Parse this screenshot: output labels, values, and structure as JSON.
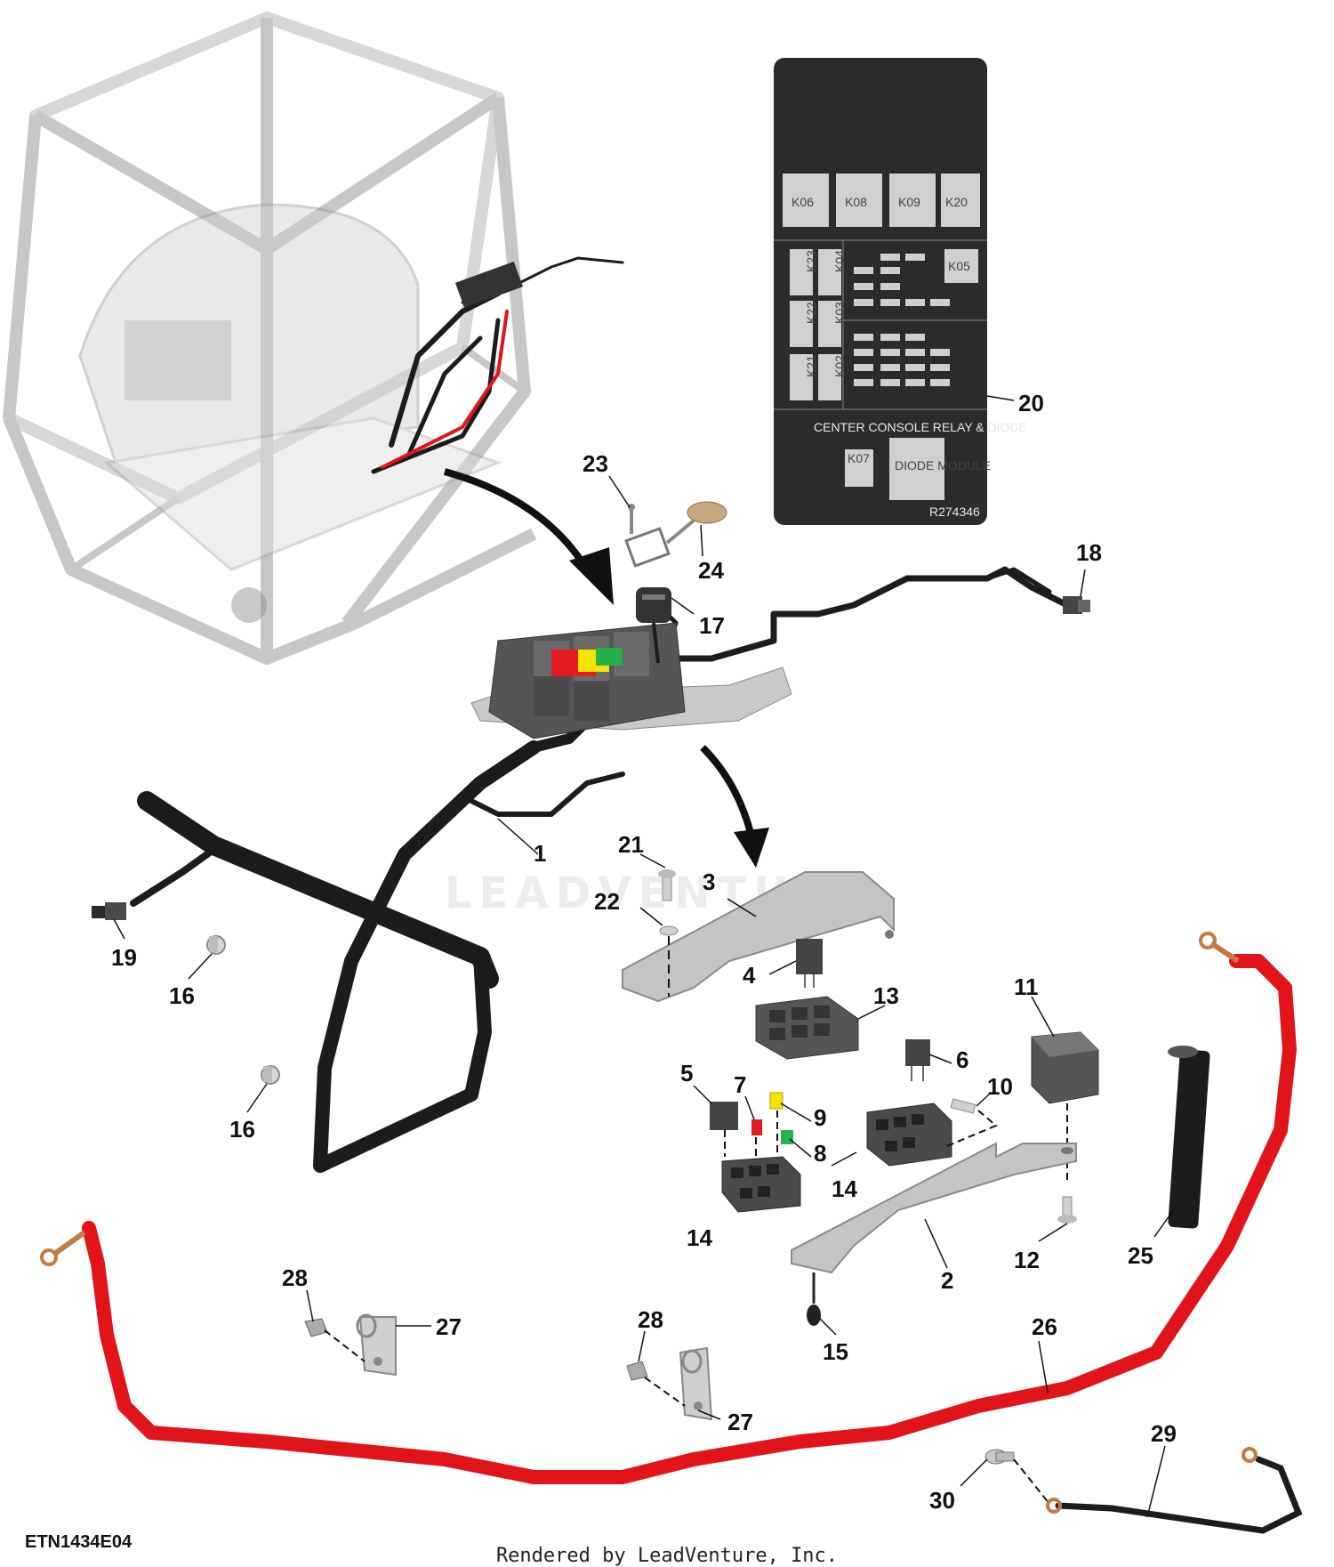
{
  "diagram_code": "ETN1434E04",
  "credit": "Rendered by LeadVenture, Inc.",
  "watermark": "LEADVENTURE",
  "decal": {
    "caption": "CENTER CONSOLE RELAY & DIODE",
    "part_number": "R274346",
    "top_relays": [
      "K06",
      "K08",
      "K09",
      "K20"
    ],
    "side_relays": [
      "K23",
      "K04",
      "K22",
      "K03",
      "K21",
      "K02"
    ],
    "k05": "K05",
    "k07": "K07",
    "diode": "DIODE MODULE"
  },
  "callouts": [
    "1",
    "2",
    "3",
    "4",
    "5",
    "6",
    "7",
    "8",
    "9",
    "10",
    "11",
    "12",
    "13",
    "14",
    "14",
    "15",
    "16",
    "16",
    "17",
    "18",
    "19",
    "20",
    "21",
    "22",
    "23",
    "24",
    "25",
    "26",
    "27",
    "27",
    "28",
    "28",
    "29",
    "30"
  ],
  "colors": {
    "cable_red": "#e1141a",
    "harness": "#1c1c1c",
    "bracket": "#bdbdbd",
    "decal_bg": "#2b2b2b",
    "fuse_red": "#e31b23",
    "fuse_yellow": "#f5e400",
    "fuse_green": "#26b24b"
  }
}
